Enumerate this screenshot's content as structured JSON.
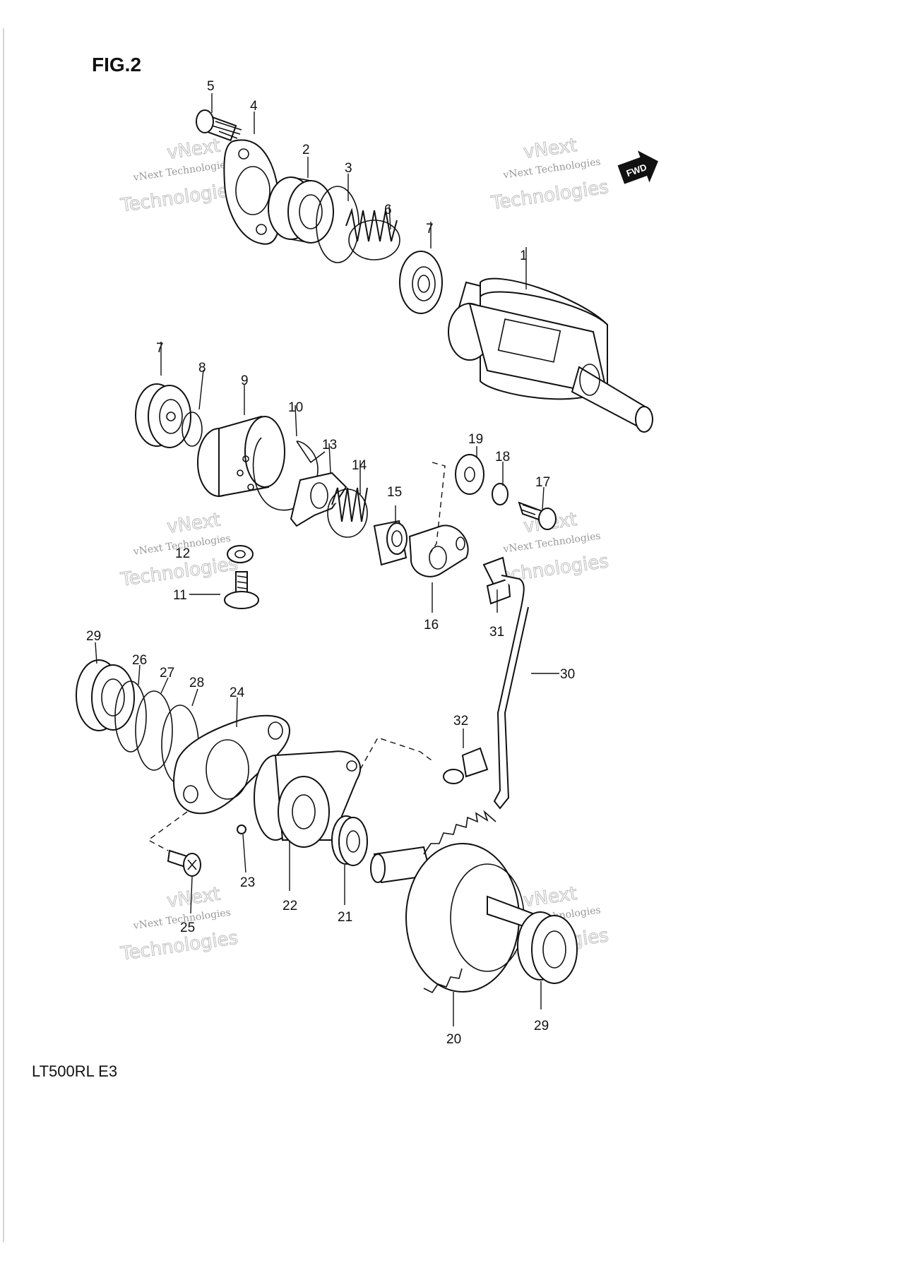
{
  "figure": {
    "title": "FIG.2",
    "model": "LT500RL  E3",
    "fwd_label": "FWD"
  },
  "watermark": {
    "line1": "vNext Technologies",
    "line2": "vNext",
    "line3": "Technologies"
  },
  "callouts": {
    "c1": "1",
    "c2": "2",
    "c3": "3",
    "c4": "4",
    "c5": "5",
    "c6": "6",
    "c7a": "7",
    "c7b": "7",
    "c8": "8",
    "c9": "9",
    "c10": "10",
    "c11": "11",
    "c12": "12",
    "c13": "13",
    "c14": "14",
    "c15": "15",
    "c16": "16",
    "c17": "17",
    "c18": "18",
    "c19": "19",
    "c20": "20",
    "c21": "21",
    "c22": "22",
    "c23": "23",
    "c24": "24",
    "c25": "25",
    "c26": "26",
    "c27": "27",
    "c28": "28",
    "c29a": "29",
    "c29b": "29",
    "c30": "30",
    "c31": "31",
    "c32": "32"
  }
}
